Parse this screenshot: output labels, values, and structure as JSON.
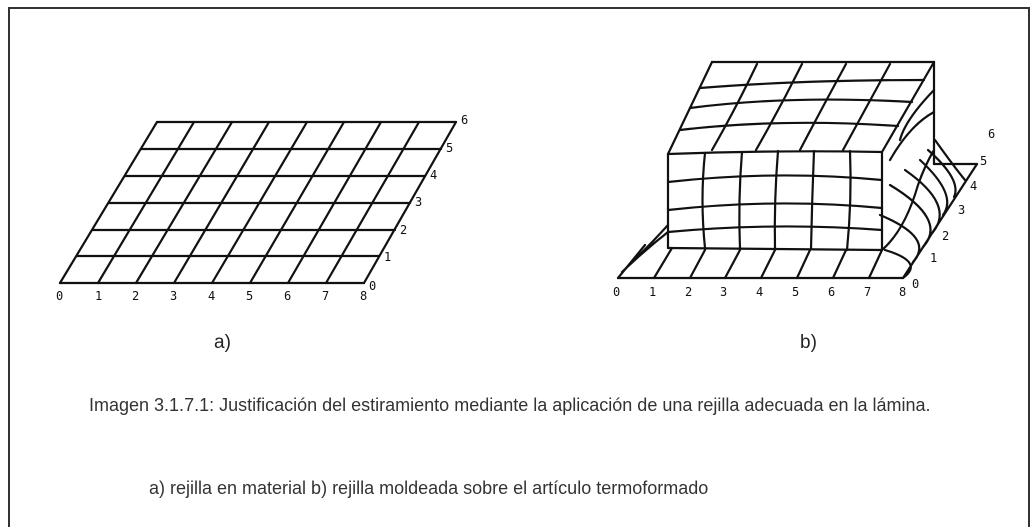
{
  "figure_a": {
    "label": "a)",
    "x_ticks": [
      "0",
      "1",
      "2",
      "3",
      "4",
      "5",
      "6",
      "7",
      "8"
    ],
    "y_ticks": [
      "0",
      "1",
      "2",
      "3",
      "4",
      "5",
      "6"
    ]
  },
  "figure_b": {
    "label": "b)",
    "x_ticks": [
      "0",
      "1",
      "2",
      "3",
      "4",
      "5",
      "6",
      "7",
      "8"
    ],
    "y_ticks": [
      "0",
      "1",
      "2",
      "3",
      "4",
      "5",
      "6"
    ]
  },
  "caption": {
    "title": "Imagen 3.1.7.1: Justificación del estiramiento mediante la aplicación de una rejilla adecuada en la lámina.",
    "subtitle": "a) rejilla en material b) rejilla moldeada sobre el artículo termoformado"
  }
}
